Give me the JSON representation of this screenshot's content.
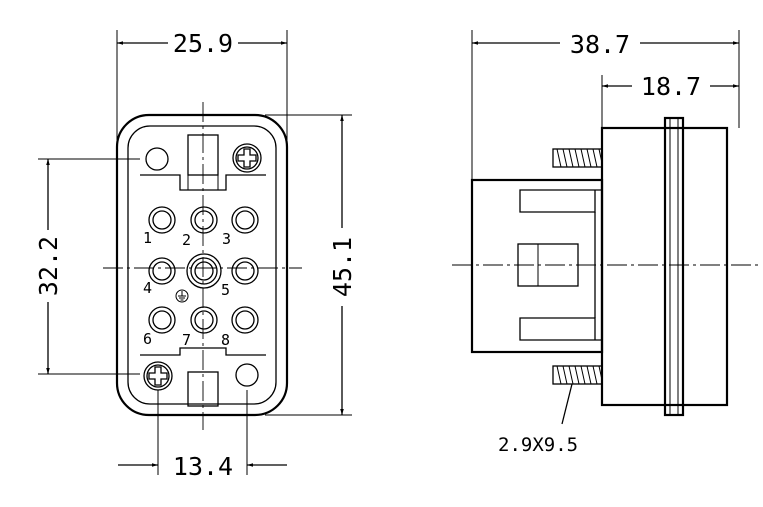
{
  "front_view": {
    "dimensions": {
      "width": "25.9",
      "pin_pitch_vertical": "32.2",
      "height": "45.1",
      "bottom_spacing": "13.4"
    },
    "pin_labels": [
      "1",
      "2",
      "3",
      "4",
      "5",
      "6",
      "7",
      "8"
    ]
  },
  "side_view": {
    "dimensions": {
      "overall_depth": "38.7",
      "flange_depth": "18.7"
    },
    "screw_note": "2.9X9.5"
  }
}
